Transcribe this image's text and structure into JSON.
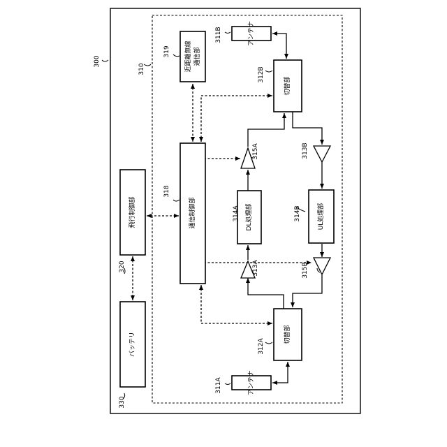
{
  "refs": {
    "r300": "300",
    "r310": "310",
    "r311A": "311A",
    "r311B": "311B",
    "r312A": "312A",
    "r312B": "312B",
    "r313A": "313A",
    "r313B": "313B",
    "r314A": "314A",
    "r314B": "314B",
    "r315A": "315A",
    "r315B": "315B",
    "r318": "318",
    "r319": "319",
    "r320": "320",
    "r330": "330"
  },
  "labels": {
    "antenna_a": "アンテナ",
    "antenna_b": "アンテナ",
    "switch_a": "切替部",
    "switch_b": "切替部",
    "dl_proc": "DL処理部",
    "ul_proc": "UL処理部",
    "comm_ctrl": "通信制御部",
    "short_range_line1": "近距離無線",
    "short_range_line2": "通信部",
    "flight_ctrl": "飛行制御部",
    "battery": "バッテリ"
  }
}
